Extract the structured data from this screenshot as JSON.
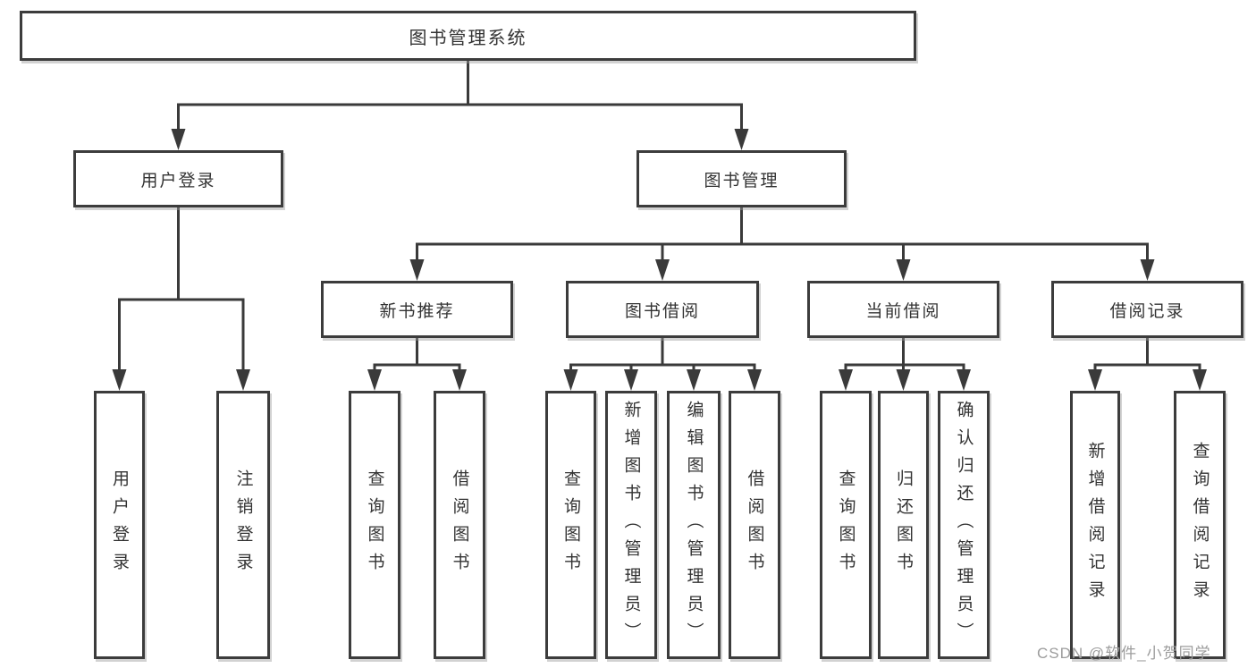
{
  "tree": {
    "root": "图书管理系统",
    "branches": [
      {
        "label": "用户登录",
        "children": [
          "用户登录",
          "注销登录"
        ]
      },
      {
        "label": "图书管理",
        "groups": [
          {
            "label": "新书推荐",
            "children": [
              "查询图书",
              "借阅图书"
            ]
          },
          {
            "label": "图书借阅",
            "children": [
              "查询图书",
              "新增图书（管理员）",
              "编辑图书（管理员）",
              "借阅图书"
            ]
          },
          {
            "label": "当前借阅",
            "children": [
              "查询图书",
              "归还图书",
              "确认归还（管理员）"
            ]
          },
          {
            "label": "借阅记录",
            "children": [
              "新增借阅记录",
              "查询借阅记录"
            ]
          }
        ]
      }
    ]
  },
  "watermark": "CSDN @软件_小贺同学",
  "colors": {
    "line": "#3a3a3a",
    "box_border": "#3c3c3c",
    "text": "#333333",
    "watermark": "#9c9c9c",
    "background": "#ffffff"
  }
}
